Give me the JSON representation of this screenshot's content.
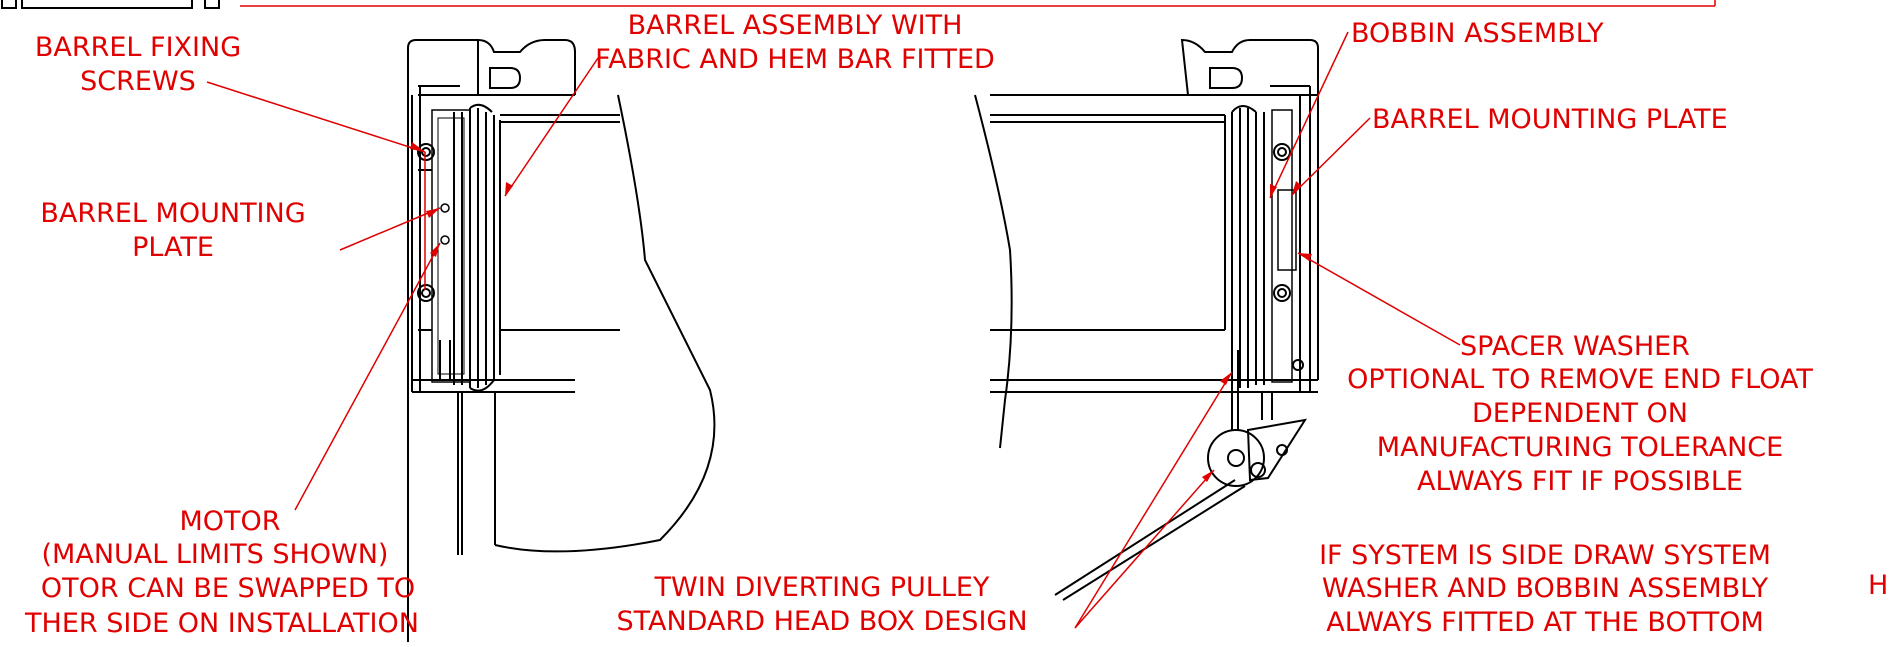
{
  "colors": {
    "annotation": "#e00000",
    "drawing": "#000000",
    "background": "#ffffff"
  },
  "labels": {
    "barrel_fixing_screws": [
      "BARREL FIXING",
      "SCREWS"
    ],
    "barrel_assembly": [
      "BARREL ASSEMBLY WITH",
      "FABRIC AND HEM BAR FITTED"
    ],
    "barrel_mounting_plate_left": [
      "BARREL MOUNTING",
      "PLATE"
    ],
    "motor": [
      "MOTOR",
      "(MANUAL LIMITS SHOWN)",
      "OTOR CAN BE SWAPPED TO",
      "THER SIDE ON INSTALLATION"
    ],
    "twin_pulley": [
      "TWIN DIVERTING PULLEY",
      "STANDARD HEAD BOX DESIGN"
    ],
    "bobbin_assembly": "BOBBIN ASSEMBLY",
    "barrel_mounting_plate_right": "BARREL MOUNTING PLATE",
    "spacer_washer": [
      "SPACER WASHER",
      "OPTIONAL TO REMOVE END FLOAT",
      "DEPENDENT ON",
      "MANUFACTURING TOLERANCE",
      "ALWAYS FIT IF POSSIBLE"
    ],
    "side_draw": [
      "IF SYSTEM IS SIDE DRAW SYSTEM",
      "WASHER AND BOBBIN ASSEMBLY",
      "ALWAYS FITTED AT THE BOTTOM"
    ],
    "edge_fragment": "H"
  }
}
